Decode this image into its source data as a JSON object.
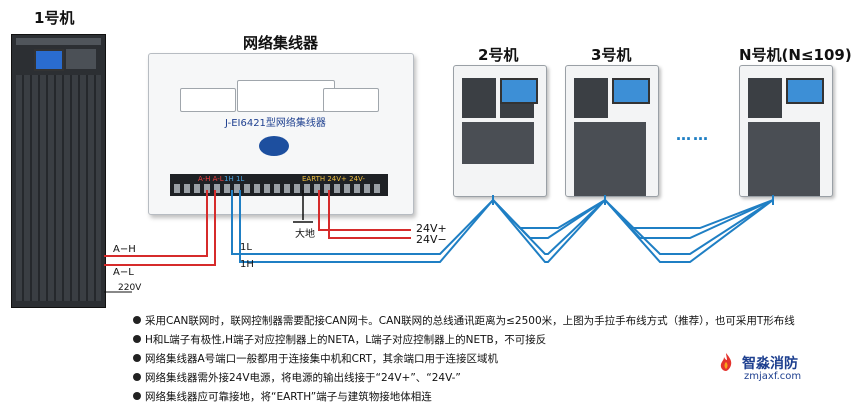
{
  "labels": {
    "unit1": "1号机",
    "hub": "网络集线器",
    "unit2": "2号机",
    "unit3": "3号机",
    "unitN": "N号机(N≤109)",
    "hub_model": "J-EI6421型网络集线器",
    "hub_terminals_left": "A-H A-L",
    "hub_terminals_mid": "1H 1L",
    "hub_terminals_right": "EARTH 24V+ 24V-",
    "ground": "大地",
    "wire_24v_plus": "24V+",
    "wire_24v_minus": "24V−",
    "wire_AH": "A−H",
    "wire_AL": "A−L",
    "wire_1L": "1L",
    "wire_1H": "1H",
    "wire_220v": "220V",
    "dots": "……"
  },
  "notes": [
    "采用CAN联网时，联网控制器需要配接CAN网卡。CAN联网的总线通讯距离为≤2500米，上图为手拉手布线方式（推荐），也可采用T形布线",
    "H和L端子有极性,H端子对应控制器上的NETA，L端子对应控制器上的NETB，不可接反",
    "网络集线器A号端口一般都用于连接集中机和CRT，其余端口用于连接区域机",
    "网络集线器需外接24V电源，将电源的输出线接于“24V+”、“24V-”",
    "网络集线器应可靠接地，将“EARTH”端子与建筑物接地体相连"
  ],
  "logo": {
    "name": "智淼消防",
    "url": "zmjaxf.com"
  },
  "colors": {
    "red_wire": "#d62b2b",
    "blue_wire": "#1f7fc4",
    "black_wire": "#111111",
    "accent": "#1d3f8f"
  }
}
